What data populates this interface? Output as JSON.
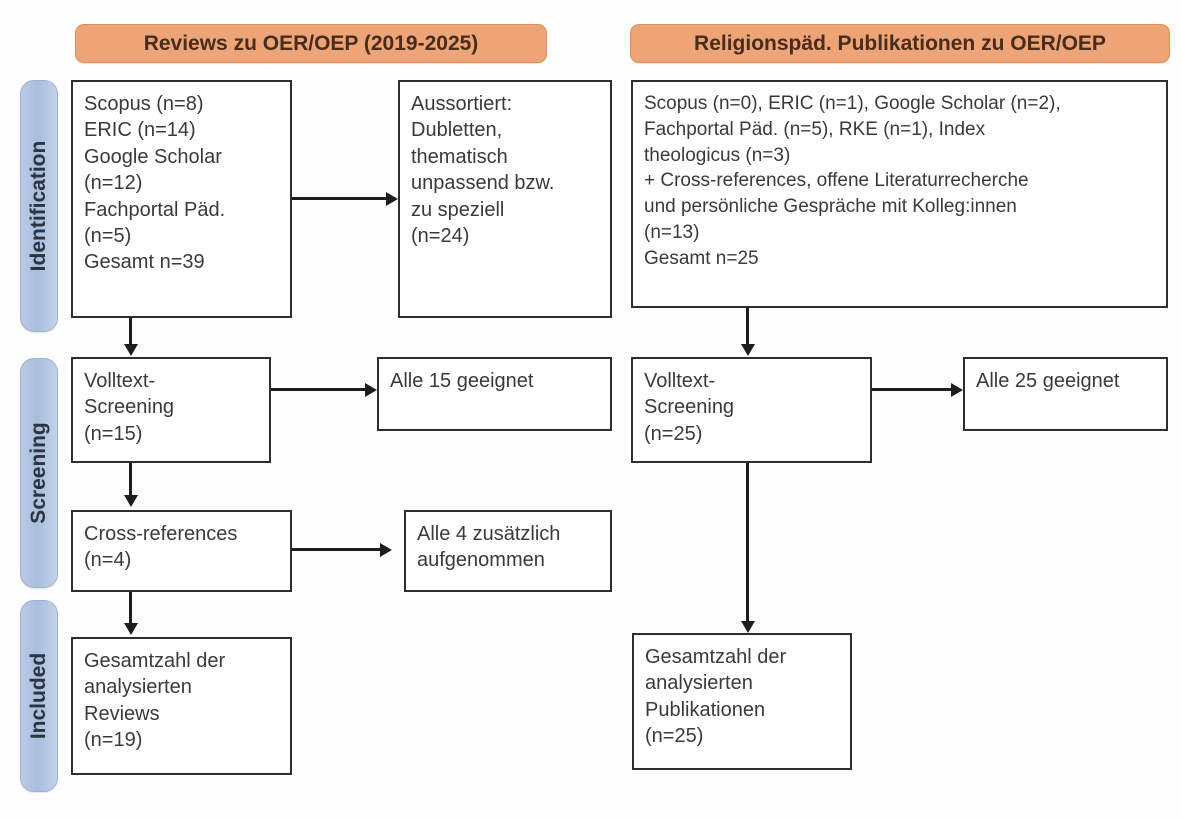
{
  "figure": {
    "type": "prisma-flow-diagram",
    "language": "de"
  },
  "phases": [
    {
      "id": "identification",
      "label": "Identification"
    },
    {
      "id": "screening",
      "label": "Screening"
    },
    {
      "id": "included",
      "label": "Included"
    }
  ],
  "columns": [
    {
      "id": "reviews",
      "header": "Reviews zu OER/OEP (2019-2025)"
    },
    {
      "id": "religionspaed",
      "header": "Religionspäd. Publikationen zu OER/OEP"
    }
  ],
  "boxes": {
    "left_identification_sources": "Scopus (n=8)\nERIC (n=14)\nGoogle Scholar\n(n=12)\nFachportal Päd.\n(n=5)\nGesamt n=39",
    "left_identification_excluded": "Aussortiert:\nDubletten,\nthematisch\nunpassend bzw.\nzu speziell\n(n=24)",
    "left_screening_fulltext": "Volltext-\nScreening\n(n=15)",
    "left_screening_eligible": "Alle 15 geeignet",
    "left_screening_crossrefs": "Cross-references\n(n=4)",
    "left_screening_crossrefs_added": "Alle 4 zusätzlich\naufgenommen",
    "left_included_total": "Gesamtzahl der\nanalysierten\nReviews\n(n=19)",
    "right_identification_sources": "Scopus (n=0), ERIC (n=1), Google Scholar (n=2),\nFachportal Päd. (n=5), RKE (n=1), Index\ntheologicus (n=3)\n+ Cross-references, offene Literaturrecherche\nund persönliche Gespräche mit Kolleg:innen\n(n=13)\nGesamt n=25",
    "right_screening_fulltext": "Volltext-\nScreening\n(n=25)",
    "right_screening_eligible": "Alle 25 geeignet",
    "right_included_total": "Gesamtzahl der\nanalysierten\nPublikationen\n(n=25)"
  },
  "counts": {
    "left_scopus": 8,
    "left_eric": 14,
    "left_google_scholar": 12,
    "left_fachportal": 5,
    "left_total_identified": 39,
    "left_excluded": 24,
    "left_fulltext_screened": 15,
    "left_eligible": 15,
    "left_crossrefs": 4,
    "left_crossrefs_added": 4,
    "left_included": 19,
    "right_scopus": 0,
    "right_eric": 1,
    "right_google_scholar": 2,
    "right_fachportal": 5,
    "right_rke": 1,
    "right_index_theologicus": 3,
    "right_additional": 13,
    "right_total_identified": 25,
    "right_fulltext_screened": 25,
    "right_eligible": 25,
    "right_included": 25
  },
  "colors": {
    "header_fill": "#eda476",
    "header_text": "#4a2c1c",
    "phase_fill": "#b2c5e2",
    "phase_text": "#2b3440",
    "box_border": "#2e2e2e",
    "box_text": "#3a3a3a",
    "connector": "#1d1d1d",
    "background": "#fdfdfd"
  }
}
